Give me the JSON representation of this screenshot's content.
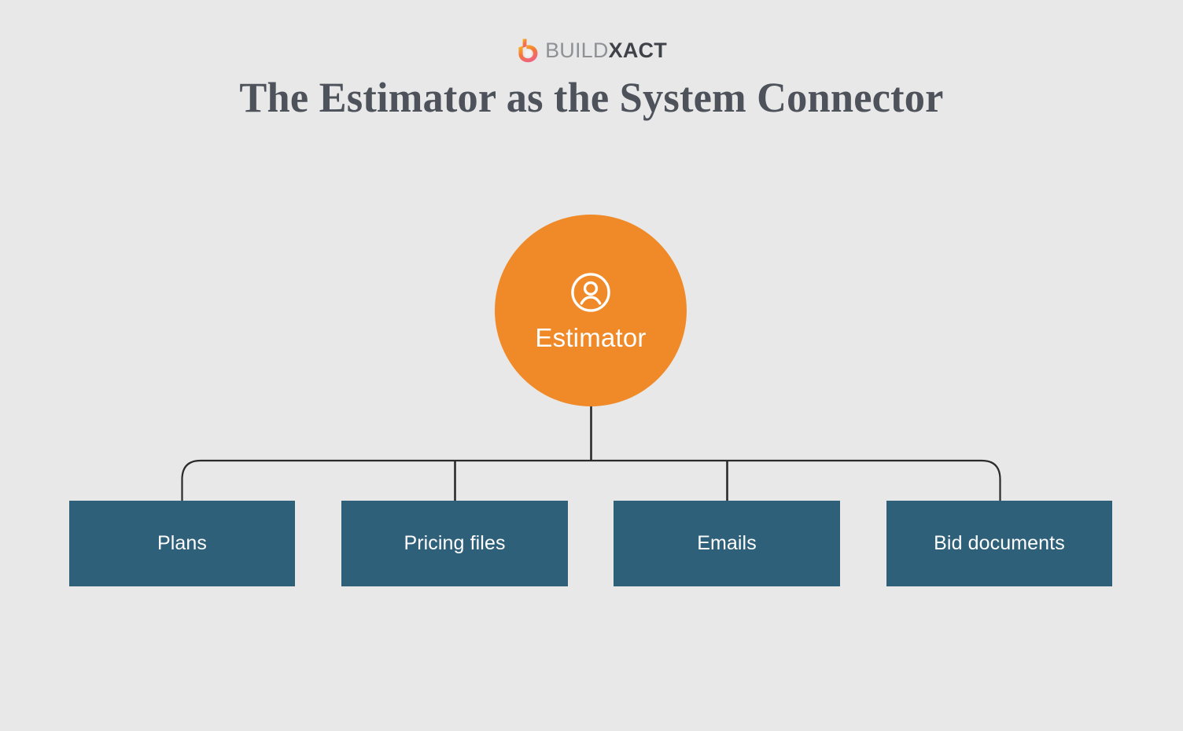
{
  "brand": {
    "mark_icon": "buildxact-b-logo-icon",
    "word_part_1": "BUILD",
    "word_part_2": "XACT",
    "mark_color_top": "#f7a823",
    "mark_color_mid": "#f26b4e",
    "mark_color_bottom": "#ef5f8c"
  },
  "title": "The Estimator as the System Connector",
  "diagram": {
    "hub": {
      "label": "Estimator",
      "icon": "user-avatar-icon",
      "color": "#f08a28",
      "text_color": "#ffffff"
    },
    "connector_color": "#2b2b2b",
    "nodes": [
      {
        "label": "Plans"
      },
      {
        "label": "Pricing files"
      },
      {
        "label": "Emails"
      },
      {
        "label": "Bid documents"
      }
    ],
    "node_color": "#2f6079",
    "node_text_color": "#ffffff"
  },
  "colors": {
    "background": "#e8e8e8",
    "title": "#4d525b",
    "accent_orange": "#f08a28",
    "node_blue": "#2f6079"
  }
}
